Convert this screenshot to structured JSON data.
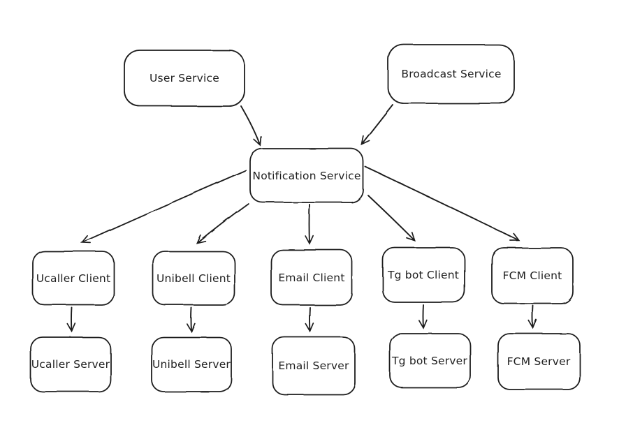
{
  "diagram": {
    "type": "flowchart",
    "style": "hand-drawn",
    "background_color": "#ffffff",
    "stroke_color": "#1e1e1e",
    "nodes": {
      "user_service": {
        "label": "User Service"
      },
      "broadcast_service": {
        "label": "Broadcast Service"
      },
      "notification_service": {
        "label": "Notification Service"
      },
      "ucaller_client": {
        "label": "Ucaller Client"
      },
      "unibell_client": {
        "label": "Unibell Client"
      },
      "email_client": {
        "label": "Email Client"
      },
      "tg_bot_client": {
        "label": "Tg bot Client"
      },
      "fcm_client": {
        "label": "FCM Client"
      },
      "ucaller_server": {
        "label": "Ucaller Server"
      },
      "unibell_server": {
        "label": "Unibell Server"
      },
      "email_server": {
        "label": "Email Server"
      },
      "tg_bot_server": {
        "label": "Tg bot Server"
      },
      "fcm_server": {
        "label": "FCM Server"
      }
    },
    "edges": [
      {
        "from": "User Service",
        "to": "Notification Service"
      },
      {
        "from": "Broadcast Service",
        "to": "Notification Service"
      },
      {
        "from": "Notification Service",
        "to": "Ucaller Client"
      },
      {
        "from": "Notification Service",
        "to": "Unibell Client"
      },
      {
        "from": "Notification Service",
        "to": "Email Client"
      },
      {
        "from": "Notification Service",
        "to": "Tg bot Client"
      },
      {
        "from": "Notification Service",
        "to": "FCM Client"
      },
      {
        "from": "Ucaller Client",
        "to": "Ucaller Server"
      },
      {
        "from": "Unibell Client",
        "to": "Unibell Server"
      },
      {
        "from": "Email Client",
        "to": "Email Server"
      },
      {
        "from": "Tg bot Client",
        "to": "Tg bot Server"
      },
      {
        "from": "FCM Client",
        "to": "FCM Server"
      }
    ]
  }
}
